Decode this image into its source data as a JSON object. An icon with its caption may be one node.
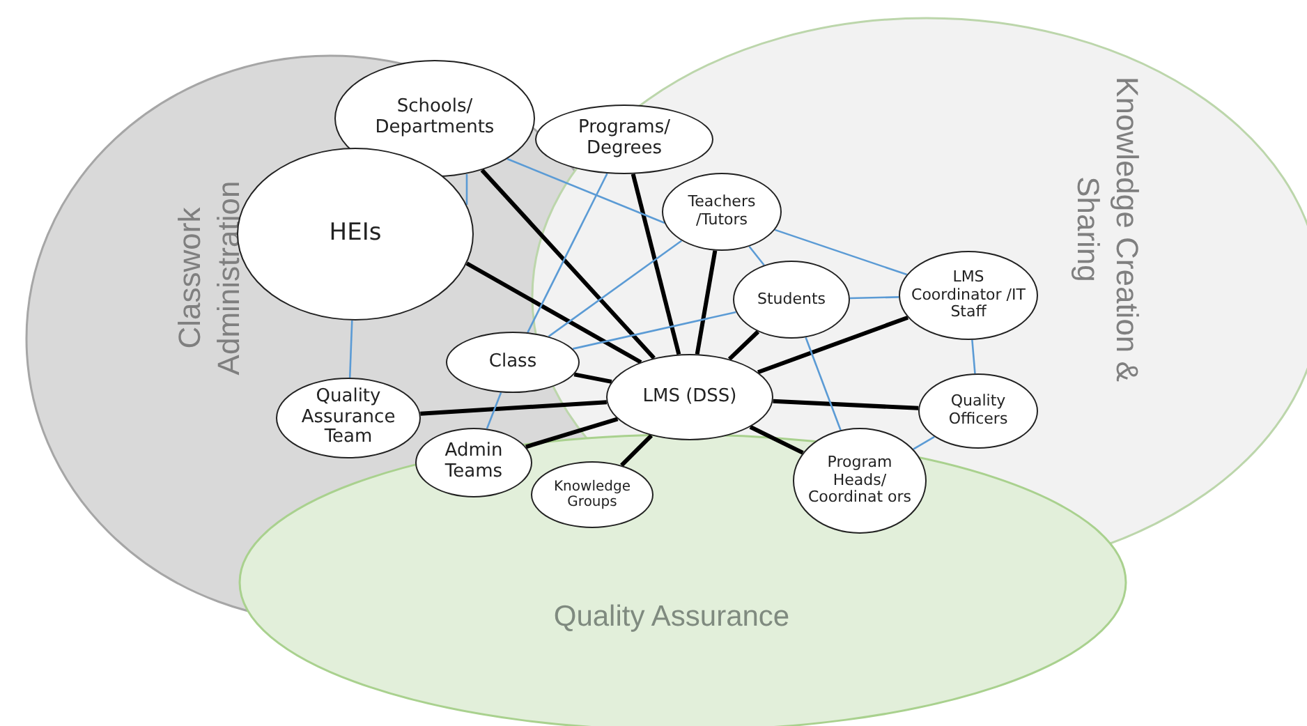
{
  "diagram": {
    "nodes": [
      {
        "text": [
          "Schools/ Departments"
        ]
      },
      {
        "text": [
          "Programs/ Degrees"
        ]
      },
      {
        "text": [
          "HEIs"
        ]
      },
      {
        "text": [
          "Teachers /Tutors"
        ]
      },
      {
        "text": [
          "Students"
        ]
      },
      {
        "text": [
          "LMS Coordinator /IT Staff"
        ]
      },
      {
        "text": [
          "Class"
        ]
      },
      {
        "text": [
          "LMS (DSS)"
        ]
      },
      {
        "text": [
          "Quality Assurance Team"
        ]
      },
      {
        "text": [
          "Quality Officers"
        ]
      },
      {
        "text": [
          "Admin Teams"
        ]
      },
      {
        "text": [
          "Knowledge Groups"
        ]
      },
      {
        "text": [
          "Program Heads/ Coordinat ors"
        ]
      }
    ],
    "edges": [
      {
        "from": 7,
        "to": 0,
        "arrow": "none",
        "style": "thick",
        "color": "#000000"
      },
      {
        "from": 7,
        "to": 1,
        "arrow": "none",
        "style": "thick",
        "color": "#000000"
      },
      {
        "from": 7,
        "to": 2,
        "arrow": "none",
        "style": "thick",
        "color": "#000000"
      },
      {
        "from": 7,
        "to": 3,
        "arrow": "none",
        "style": "thick",
        "color": "#000000"
      },
      {
        "from": 7,
        "to": 4,
        "arrow": "none",
        "style": "thick",
        "color": "#000000"
      },
      {
        "from": 7,
        "to": 5,
        "arrow": "none",
        "style": "thick",
        "color": "#000000"
      },
      {
        "from": 7,
        "to": 6,
        "arrow": "none",
        "style": "thick",
        "color": "#000000"
      },
      {
        "from": 7,
        "to": 8,
        "arrow": "none",
        "style": "thick",
        "color": "#000000"
      },
      {
        "from": 7,
        "to": 9,
        "arrow": "none",
        "style": "thick",
        "color": "#000000"
      },
      {
        "from": 7,
        "to": 10,
        "arrow": "none",
        "style": "thick",
        "color": "#000000"
      },
      {
        "from": 7,
        "to": 11,
        "arrow": "none",
        "style": "thick",
        "color": "#000000"
      },
      {
        "from": 7,
        "to": 12,
        "arrow": "none",
        "style": "thick",
        "color": "#000000"
      },
      {
        "from": 0,
        "to": 2,
        "arrow": "none"
      },
      {
        "from": 0,
        "to": 3,
        "arrow": "none"
      },
      {
        "from": 1,
        "to": 6,
        "arrow": "none"
      },
      {
        "from": 3,
        "to": 4,
        "arrow": "none"
      },
      {
        "from": 3,
        "to": 5,
        "arrow": "none"
      },
      {
        "from": 3,
        "to": 6,
        "arrow": "none"
      },
      {
        "from": 4,
        "to": 5,
        "arrow": "none"
      },
      {
        "from": 4,
        "to": 6,
        "arrow": "none"
      },
      {
        "from": 4,
        "to": 12,
        "arrow": "none"
      },
      {
        "from": 5,
        "to": 9,
        "arrow": "none"
      },
      {
        "from": 9,
        "to": 12,
        "arrow": "none"
      },
      {
        "from": 2,
        "to": 8,
        "arrow": "none"
      },
      {
        "from": 10,
        "to": 6,
        "arrow": "none"
      }
    ],
    "labels": [
      "Classwork Administration",
      "Knowledge Creation & Sharing",
      "Quality Assurance"
    ]
  }
}
